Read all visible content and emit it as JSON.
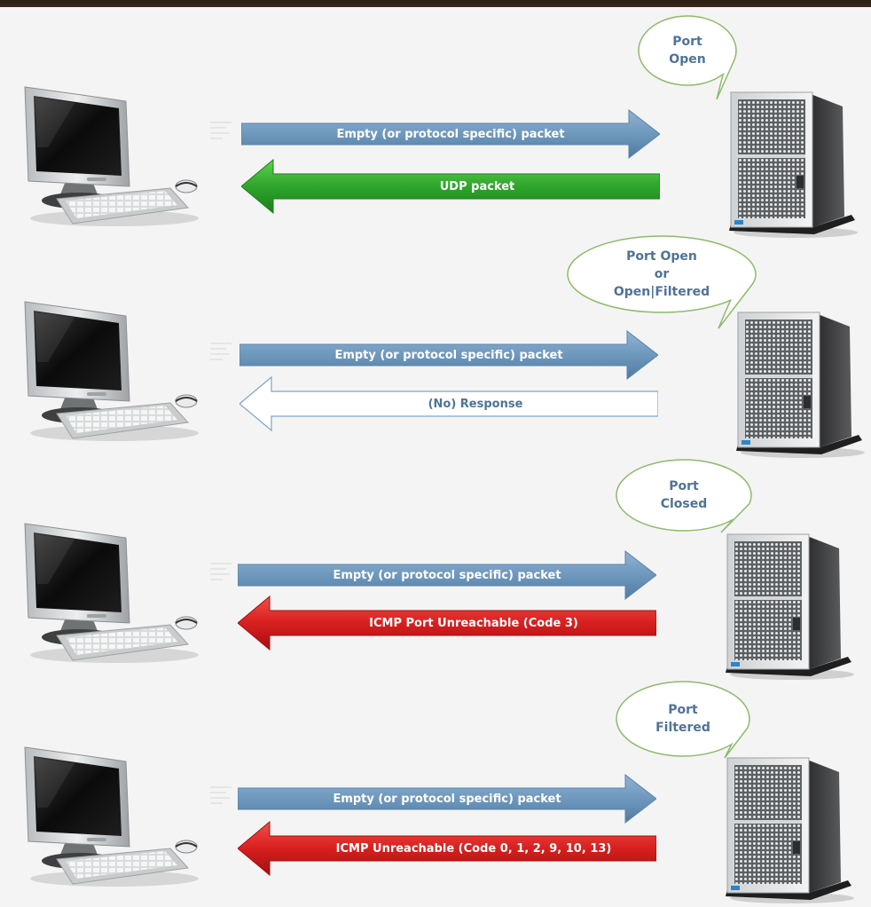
{
  "colors": {
    "request_arrow": "#6f98bd",
    "open_arrow": "#2fa52c",
    "noresponse_arrow": "#ffffff",
    "unreachable_arrow": "#d81f1f",
    "bubble_text": "#4f7398",
    "bubble_border": "#8dbb6a"
  },
  "scenarios": [
    {
      "state_lines": [
        "Port",
        "Open"
      ],
      "request_label": "Empty (or protocol specific) packet",
      "response_label": "UDP packet",
      "response_style": "green"
    },
    {
      "state_lines": [
        "Port Open",
        "or",
        "Open|Filtered"
      ],
      "request_label": "Empty (or protocol specific) packet",
      "response_label": "(No) Response",
      "response_style": "outline"
    },
    {
      "state_lines": [
        "Port",
        "Closed"
      ],
      "request_label": "Empty (or protocol specific) packet",
      "response_label": "ICMP Port Unreachable (Code 3)",
      "response_style": "red"
    },
    {
      "state_lines": [
        "Port",
        "Filtered"
      ],
      "request_label": "Empty (or protocol specific) packet",
      "response_label": "ICMP Unreachable (Code 0, 1, 2, 9, 10, 13)",
      "response_style": "red"
    }
  ]
}
